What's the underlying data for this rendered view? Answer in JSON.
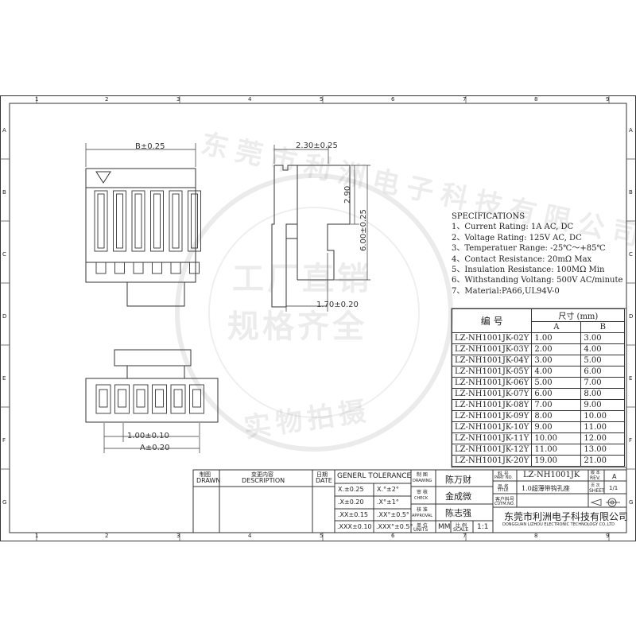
{
  "ruler": {
    "cols": [
      "1",
      "2",
      "3",
      "4",
      "5",
      "6",
      "7",
      "8",
      "9"
    ],
    "rows": [
      "A",
      "B",
      "C",
      "D",
      "E",
      "F",
      "G"
    ]
  },
  "dimensions": {
    "b": "B±0.25",
    "w230": "2.30±0.25",
    "h290": "2.90",
    "h600": "6.00±0.25",
    "w170": "1.70±0.20",
    "p100": "1.00±0.10",
    "a": "A±0.20"
  },
  "specs": {
    "title": "SPECIFICATIONS",
    "lines": [
      "1、Current Rating: 1A AC, DC",
      "2、Voltage Rating: 125V AC, DC",
      "3、Temperatuer Range: -25℃～+85℃",
      "4、Contact Resistance: 20mΩ Max",
      "5、Insulation Resistance: 100MΩ Min",
      "6、Withstanding Voltang: 500V AC/minute",
      "7、Material:PA66,UL94V-0"
    ]
  },
  "parts_table": {
    "col_code": "编  号",
    "col_size": "尺寸 (mm)",
    "col_a": "A",
    "col_b": "B",
    "rows": [
      [
        "LZ-NH1001JK-02Y",
        "1.00",
        "3.00"
      ],
      [
        "LZ-NH1001JK-03Y",
        "2.00",
        "4.00"
      ],
      [
        "LZ-NH1001JK-04Y",
        "3.00",
        "5.00"
      ],
      [
        "LZ-NH1001JK-05Y",
        "4.00",
        "6.00"
      ],
      [
        "LZ-NH1001JK-06Y",
        "5.00",
        "7.00"
      ],
      [
        "LZ-NH1001JK-07Y",
        "6.00",
        "8.00"
      ],
      [
        "LZ-NH1001JK-08Y",
        "7.00",
        "9.00"
      ],
      [
        "LZ-NH1001JK-09Y",
        "8.00",
        "10.00"
      ],
      [
        "LZ-NH1001JK-10Y",
        "9.00",
        "11.00"
      ],
      [
        "LZ-NH1001JK-11Y",
        "10.00",
        "12.00"
      ],
      [
        "LZ-NH1001JK-12Y",
        "11.00",
        "13.00"
      ],
      [
        "LZ-NH1001JK-20Y",
        "19.00",
        "21.00"
      ]
    ]
  },
  "title_block": {
    "drawn_cn": "制图",
    "drawn": "DRAWN",
    "desc_cn": "变更内容",
    "desc": "DESCRIPTION",
    "date_cn": "日期",
    "date": "DATE",
    "tolerance": "GENERL  TOLERANCE",
    "tol": [
      [
        "X.±0.25",
        "X.°±2°"
      ],
      [
        ".X±0.20",
        ".X°±1°"
      ],
      [
        ".XX±0.15",
        ".XX°±0.5°"
      ],
      [
        ".XXX±0.10",
        ".XXX°±0.5°"
      ]
    ],
    "drawing_cn": "制  图",
    "drawing": "DRAWING",
    "drawing_name": "陈万财",
    "check_cn": "审  核",
    "check": "CHECK",
    "check_name": "金成微",
    "approval_cn": "核  准",
    "approval": "APPROVAL",
    "approval_name": "陈志强",
    "units_cn": "单 位",
    "units": "UNITS",
    "units_val": "MM",
    "scale_cn": "比 例",
    "scale": "SCALE",
    "scale_val": "1:1",
    "partno_cn": "料  号",
    "partno": "PART NO.",
    "partno_val": "LZ-NH1001JK",
    "rev_cn": "版 本",
    "rev": "REV.",
    "rev_val": "A",
    "title_cn": "品  名",
    "title": "TITLE",
    "title_val": "1.0超薄带钩孔座",
    "sheet_cn": "页 次",
    "sheet": "SHEET",
    "sheet_val": "1/1",
    "custno_cn": "客户料号",
    "custno": "CUTM.NO.",
    "company_cn": "东莞市利洲电子科技有限公司",
    "company_en": "DONGGUAN LIZHOU ELECTRONIC TECHNOLOGY CO.,LTD"
  },
  "watermark": {
    "line1": "工厂直销",
    "line2": "规格齐全",
    "line3": "实物拍摄",
    "ring": "东莞市利洲电子科技有限公司"
  }
}
